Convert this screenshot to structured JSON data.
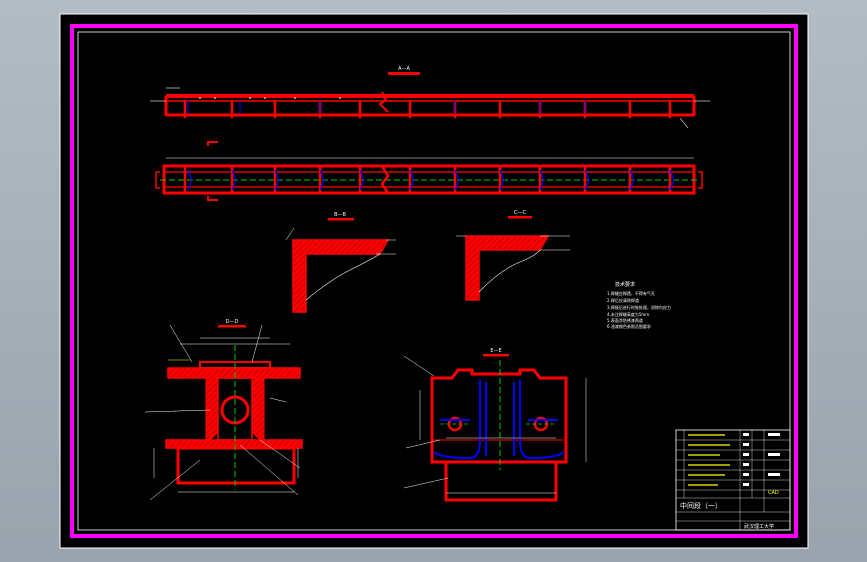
{
  "drawing": {
    "title_block_name": "中间段（一）",
    "school": "武汉理工大学",
    "cad_label": "CAD",
    "section_tags": {
      "top": "A—A",
      "side_a": "B—B",
      "side_b": "C—C",
      "cross": "D—D",
      "end": "E—E"
    },
    "notes_title": "技术要求",
    "notes": [
      "1.焊缝应焊透，不得有气孔",
      "2.焊后应清除焊渣",
      "3.焊接后进行时效处理，消除内应力",
      "4.未注焊缝高度为5mm",
      "5.表面涂防锈漆两道",
      "6.油漆颜色参照总图要求"
    ],
    "colors": {
      "frame": "#ff00ff",
      "outline": "#ff0000",
      "hidden": "#0000ff",
      "centerline": "#00c800",
      "dim": "#ffffff"
    }
  }
}
